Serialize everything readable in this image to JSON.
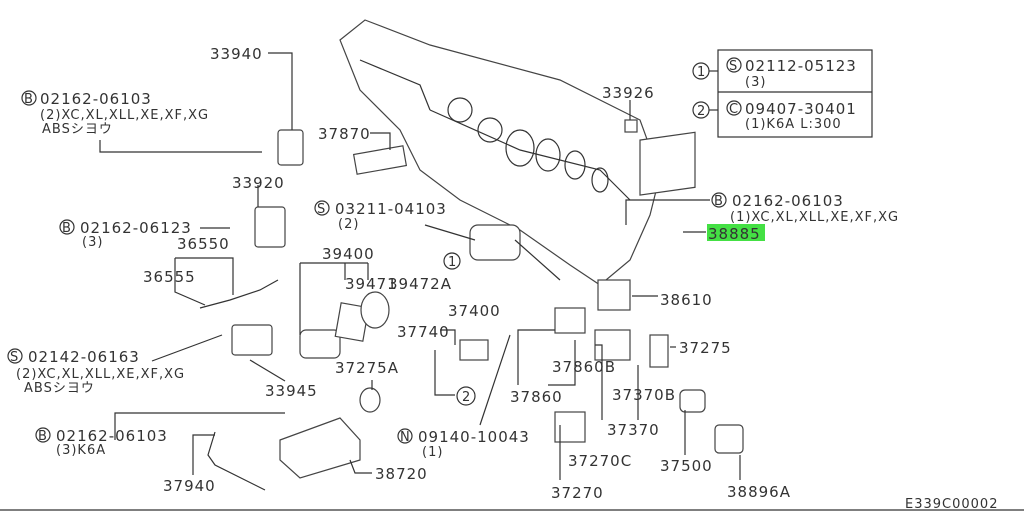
{
  "diagram_id": "E339C00002",
  "legend": {
    "item1": {
      "marker": "1",
      "prefix": "S",
      "part": "02112-05123",
      "note": "(3)"
    },
    "item2": {
      "marker": "2",
      "prefix": "C",
      "part": "09407-30401",
      "note": "(1)K6A L:300"
    }
  },
  "highlight_color": "#44e044",
  "callouts": {
    "c33940": "33940",
    "b1": {
      "prefix": "B",
      "part": "02162-06103",
      "note": "(2)XC,XL,XLL,XE,XF,XG",
      "note2": "ABSシヨウ"
    },
    "c33920": "33920",
    "b2": {
      "prefix": "B",
      "part": "02162-06123",
      "note": "(3)"
    },
    "c36550": "36550",
    "c36555": "36555",
    "s1": {
      "prefix": "S",
      "part": "02142-06163",
      "note": "(2)XC,XL,XLL,XE,XF,XG",
      "note2": "ABSシヨウ"
    },
    "c33945": "33945",
    "b3": {
      "prefix": "B",
      "part": "02162-06103",
      "note": "(3)K6A"
    },
    "c37940": "37940",
    "c38720": "38720",
    "c37870": "37870",
    "s2": {
      "prefix": "S",
      "part": "03211-04103",
      "note": "(2)"
    },
    "c33926": "33926",
    "c39400": "39400",
    "c39471": "39471",
    "c39472A": "39472A",
    "c37400": "37400",
    "c37740": "37740",
    "c37275A": "37275A",
    "n1": {
      "prefix": "N",
      "part": "09140-10043",
      "note": "(1)"
    },
    "c37860B": "37860B",
    "c37860": "37860",
    "c37270C": "37270C",
    "c37270": "37270",
    "c37370B": "37370B",
    "c37370": "37370",
    "c37500": "37500",
    "c38896A": "38896A",
    "c37275": "37275",
    "c38610": "38610",
    "c38885": "38885",
    "b4": {
      "prefix": "B",
      "part": "02162-06103",
      "note": "(1)XC,XL,XLL,XE,XF,XG"
    },
    "m1": "1",
    "m2": "2"
  }
}
